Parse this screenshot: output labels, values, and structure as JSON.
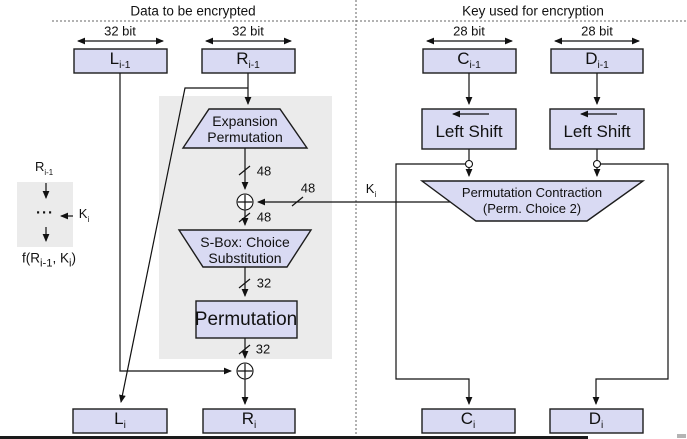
{
  "colors": {
    "box_fill": "#d9daf3",
    "box_border": "#1c1c1c",
    "panel": "#ebebeb",
    "line": "#111111",
    "dash": "#666666"
  },
  "headers": {
    "left": "Data to be encrypted",
    "right": "Key used for encryption"
  },
  "measures": {
    "l": "32 bit",
    "r": "32 bit",
    "c": "28 bit",
    "d": "28 bit"
  },
  "registers": {
    "l_prev": {
      "base": "L",
      "sub": "i-1"
    },
    "r_prev": {
      "base": "R",
      "sub": "i-1"
    },
    "c_prev": {
      "base": "C",
      "sub": "i-1"
    },
    "d_prev": {
      "base": "D",
      "sub": "i-1"
    },
    "l_next": {
      "base": "L",
      "sub": "i"
    },
    "r_next": {
      "base": "R",
      "sub": "i"
    },
    "c_next": {
      "base": "C",
      "sub": "i"
    },
    "d_next": {
      "base": "D",
      "sub": "i"
    }
  },
  "blocks": {
    "expansion": {
      "line1": "Expansion",
      "line2": "Permutation"
    },
    "sbox": {
      "line1": "S-Box: Choice",
      "line2": "Substitution"
    },
    "permutation": "Permutation",
    "left_shift_c": "Left Shift",
    "left_shift_d": "Left Shift",
    "perm_contraction": {
      "line1": "Permutation Contraction",
      "line2": "(Perm. Choice 2)"
    }
  },
  "wire_labels": {
    "after_expansion": "48",
    "key_width": "48",
    "after_xor": "48",
    "after_sbox": "32",
    "after_permutation": "32",
    "key": {
      "base": "K",
      "sub": "i"
    }
  },
  "legend": {
    "input": {
      "base": "R",
      "sub": "i-1"
    },
    "dots": "···",
    "key": {
      "base": "K",
      "sub": "i"
    },
    "func": {
      "p1": "f(R",
      "s1": "i-1",
      "p2": ", K",
      "s2": "i",
      "p3": ")"
    }
  }
}
